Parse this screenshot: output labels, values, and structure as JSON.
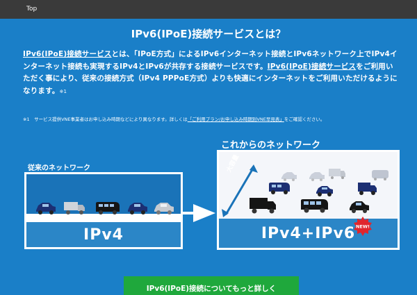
{
  "nav": {
    "top_tab": "Top"
  },
  "page": {
    "title": "IPv6(IPoE)接続サービスとは？"
  },
  "description": {
    "link1": "IPv6(IPoE)接続サービス",
    "text1": "とは、「IPoE方式」によるIPv6インターネット接続とIPv6ネットワーク上でIPv4インターネット接続も実現するIPv4とIPv6が共存する接続サービスです。",
    "link2": "IPv6(IPoE)接続サービス",
    "text2": "をご利用いただく事により、従来の接続方式（IPv4 PPPoE方式）よりも快適にインターネットをご利用いただけるようになります。",
    "footnote_ref": "※1"
  },
  "note": {
    "prefix": "※1　サービス提供VNE事業者はお申し込み時期などにより異なります。詳しくは",
    "link": "「ご利用プラン/お申し込み時期別VNE早見表」",
    "suffix": "をご確認ください。"
  },
  "diagram": {
    "old_label": "従来のネットワーク",
    "new_label": "これからのネットワーク",
    "old_band": "IPv4",
    "new_band": "IPv4+IPv6",
    "bandwidth_text": "大容量",
    "new_badge": "NEW!"
  },
  "cta": {
    "label": "IPv6(IPoE)接続についてもっと詳しく"
  },
  "colors": {
    "background": "#1a7fc8",
    "topbar": "#3a3a3a",
    "cta": "#1fa83c",
    "car_navy": "#1c2f73",
    "truck_black": "#151515",
    "badge_red": "#e0262d"
  }
}
